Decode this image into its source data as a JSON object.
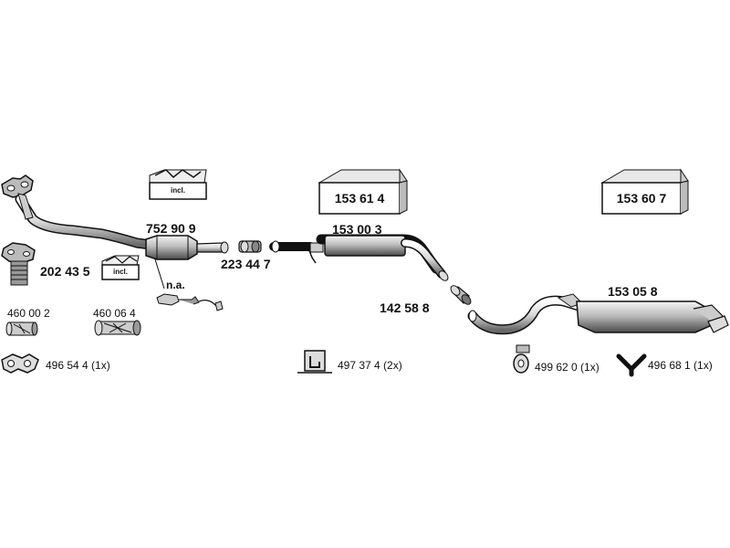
{
  "parts": {
    "p752909": "752 90 9",
    "p202435": "202 43 5",
    "p223447": "223 44 7",
    "p153003": "153 00 3",
    "p142588": "142 58 8",
    "p153058": "153 05 8",
    "p460002": "460 00 2",
    "p460064": "460 06 4",
    "p496544": "496 54 4 (1x)",
    "p497374": "497 37 4 (2x)",
    "p499620": "499 62 0  (1x)",
    "p496681": "496 68 1 (1x)"
  },
  "boxes": {
    "b153614": "153 61 4",
    "b153607": "153 60 7"
  },
  "notes": {
    "incl_top": "incl.",
    "incl_bottom": "incl.",
    "na": "n.a."
  }
}
